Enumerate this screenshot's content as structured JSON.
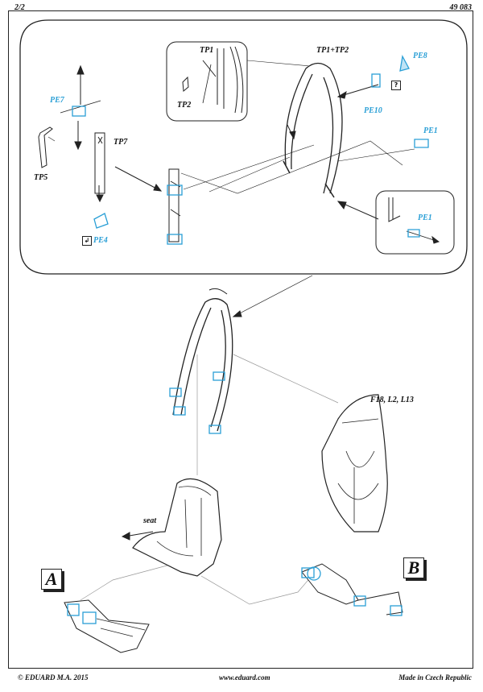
{
  "header": {
    "page": "2/2",
    "code": "49 083"
  },
  "labels": {
    "tp1": "TP1",
    "tp2": "TP2",
    "tp1_tp2": "TP1+TP2",
    "tp5": "TP5",
    "tp7": "TP7",
    "pe1a": "PE1",
    "pe1b": "PE1",
    "pe4": "PE4",
    "pe7": "PE7",
    "pe8": "PE8",
    "pe10": "PE10",
    "seat": "seat",
    "seat_parts": "F18, L2, L13",
    "view_a": "A",
    "view_b": "B",
    "optional_mark": "?",
    "bend_mark": "↲"
  },
  "footer": {
    "copyright": "© EDUARD  M.A. 2015",
    "website": "www.eduard.com",
    "origin": "Made in Czech Republic"
  },
  "colors": {
    "line": "#222222",
    "photo_etch": "#2a9fd6"
  }
}
